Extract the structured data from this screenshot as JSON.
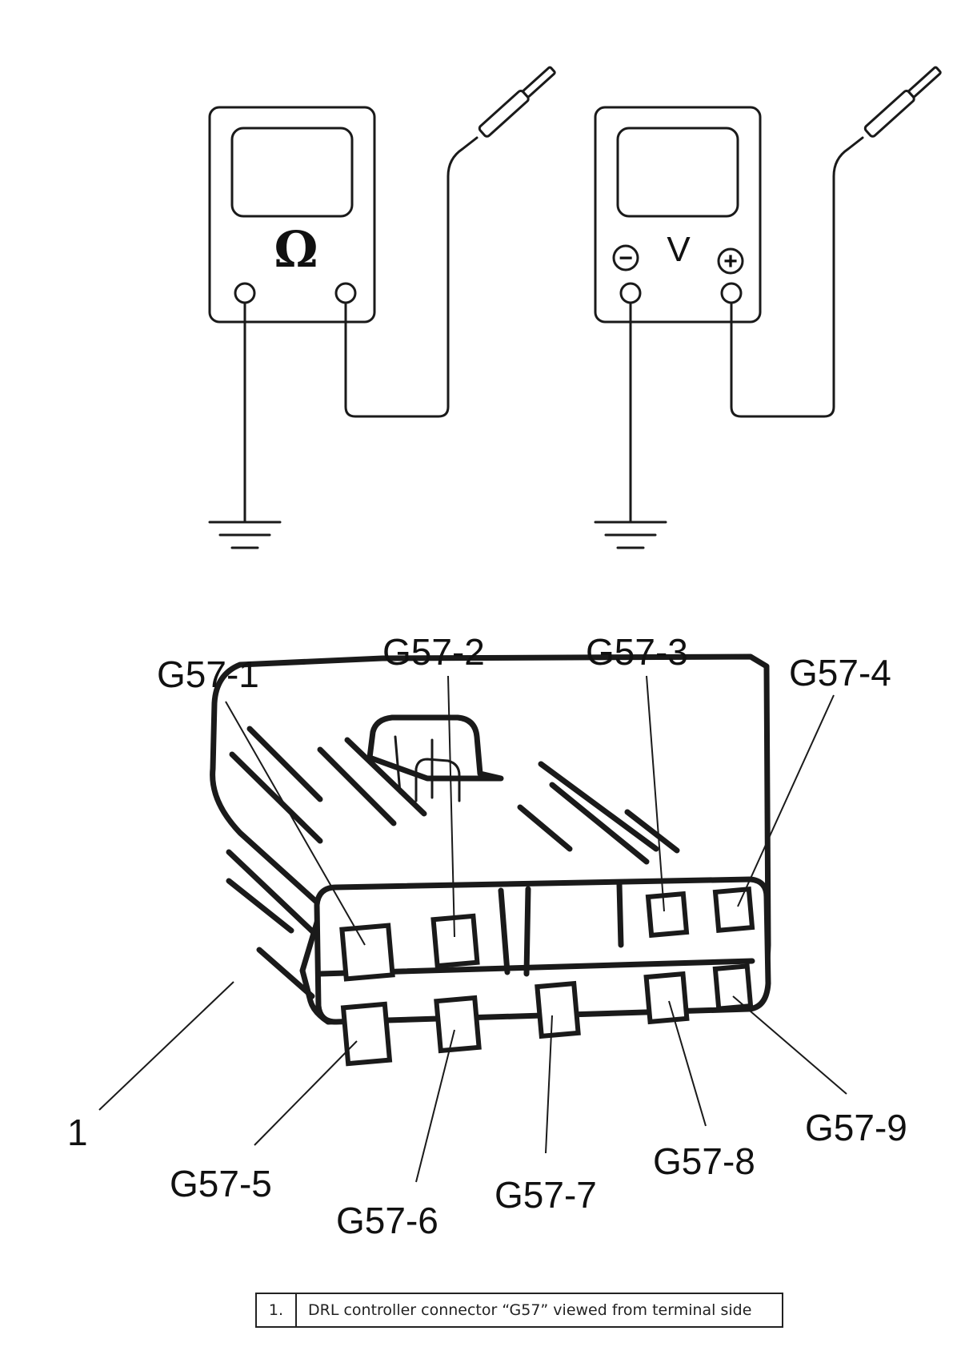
{
  "meters": {
    "ohmmeter": {
      "symbol": "Ω"
    },
    "voltmeter": {
      "symbol": "V",
      "negative_sign": "−",
      "positive_sign": "+"
    }
  },
  "connector": {
    "callout": "1",
    "pins": [
      {
        "id": "pin1",
        "label": "G57-1"
      },
      {
        "id": "pin2",
        "label": "G57-2"
      },
      {
        "id": "pin3",
        "label": "G57-3"
      },
      {
        "id": "pin4",
        "label": "G57-4"
      },
      {
        "id": "pin5",
        "label": "G57-5"
      },
      {
        "id": "pin6",
        "label": "G57-6"
      },
      {
        "id": "pin7",
        "label": "G57-7"
      },
      {
        "id": "pin8",
        "label": "G57-8"
      },
      {
        "id": "pin9",
        "label": "G57-9"
      }
    ]
  },
  "legend": {
    "rows": [
      {
        "number": "1.",
        "description": "DRL controller connector “G57” viewed from terminal side"
      }
    ]
  }
}
